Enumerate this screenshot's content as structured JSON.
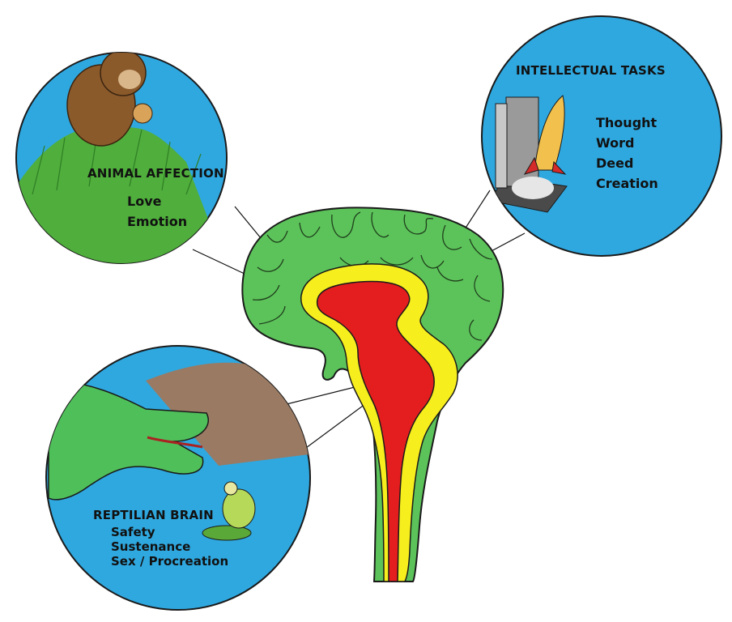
{
  "circles": {
    "animal": {
      "title": "ANIMAL AFFECTION",
      "items": [
        "Love",
        "Emotion"
      ]
    },
    "intellectual": {
      "title": "INTELLECTUAL TASKS",
      "items": [
        "Thought",
        "Word",
        "Deed",
        "Creation"
      ]
    },
    "reptilian": {
      "title": "REPTILIAN BRAIN",
      "items": [
        "Safety",
        "Sustenance",
        "Sex / Procreation"
      ]
    }
  },
  "colors": {
    "circle_fill": "#2fa8e0",
    "neocortex": "#5cc35a",
    "limbic": "#f7ee1e",
    "reptilian": "#e41e1e"
  }
}
